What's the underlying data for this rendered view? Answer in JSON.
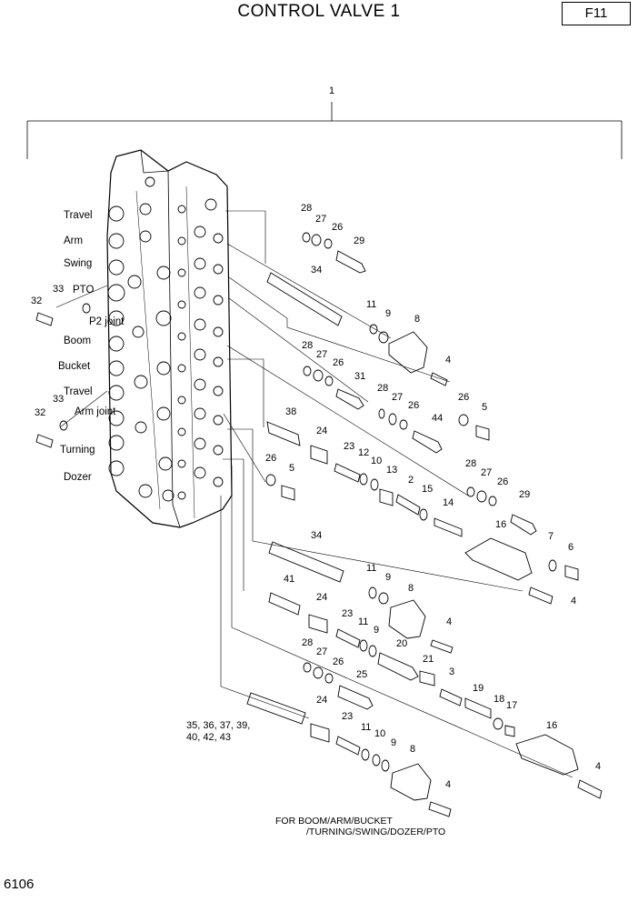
{
  "title": "CONTROL VALVE 1",
  "page_code": "F11",
  "page_number": "6106",
  "footer_note_line1": "FOR BOOM/ARM/BUCKET",
  "footer_note_line2": "/TURNING/SWING/DOZER/PTO",
  "assembly_callout": "1",
  "section_labels": [
    "Travel",
    "Arm",
    "Swing",
    "PTO",
    "P2 joint",
    "Boom",
    "Bucket",
    "Travel",
    "Arm joint",
    "Turning",
    "Dozer"
  ],
  "multi_part_label_line1": "35, 36, 37, 39,",
  "multi_part_label_line2": "40, 42, 43",
  "part_numbers": {
    "p28a": "28",
    "p27a": "27",
    "p26a": "26",
    "p29a": "29",
    "p34a": "34",
    "p11a": "11",
    "p9a": "9",
    "p8a": "8",
    "p4a": "4",
    "p32a": "32",
    "p33a": "33",
    "p28b": "28",
    "p27b": "27",
    "p26b": "26",
    "p31": "31",
    "p28c": "28",
    "p27c": "27",
    "p26c": "26",
    "p44": "44",
    "p26d": "26",
    "p5a": "5",
    "p38": "38",
    "p24a": "24",
    "p23a": "23",
    "p12": "12",
    "p10a": "10",
    "p13": "13",
    "p2": "2",
    "p15": "15",
    "p14": "14",
    "p28d": "28",
    "p27d": "27",
    "p26e": "26",
    "p29b": "29",
    "p16a": "16",
    "p7": "7",
    "p6": "6",
    "p4b": "4",
    "p32b": "32",
    "p33b": "33",
    "p26f": "26",
    "p5b": "5",
    "p34b": "34",
    "p11b": "11",
    "p9b": "9",
    "p8b": "8",
    "p41": "41",
    "p24b": "24",
    "p4c": "4",
    "p23b": "23",
    "p11c": "11",
    "p9c": "9",
    "p20": "20",
    "p21": "21",
    "p3": "3",
    "p19": "19",
    "p18": "18",
    "p17": "17",
    "p16b": "16",
    "p4d": "4",
    "p28e": "28",
    "p27e": "27",
    "p26g": "26",
    "p25": "25",
    "p24c": "24",
    "p23c": "23",
    "p11d": "11",
    "p10b": "10",
    "p9d": "9",
    "p8c": "8",
    "p4e": "4"
  }
}
